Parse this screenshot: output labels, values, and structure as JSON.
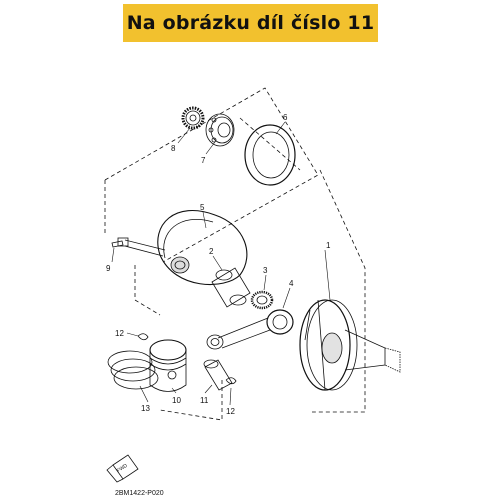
{
  "banner": {
    "text": "Na obrázku díl číslo 11",
    "color": "#f2c12e"
  },
  "callouts": {
    "c1": "1",
    "c2": "2",
    "c3": "3",
    "c4": "4",
    "c5": "5",
    "c6": "6",
    "c7": "7",
    "c8": "8",
    "c9": "9",
    "c10": "10",
    "c11": "11",
    "c12a": "12",
    "c12b": "12",
    "c13": "13"
  },
  "fwd_label": "FWD",
  "drawing_code": "2BM1422-P020"
}
